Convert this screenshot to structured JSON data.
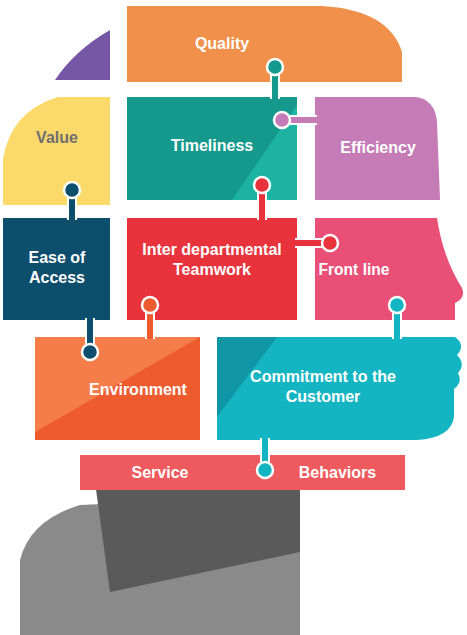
{
  "diagram": {
    "nodes": [
      {
        "text": [
          "Quality"
        ]
      },
      {
        "text": [
          "Value"
        ]
      },
      {
        "text": [
          "Timeliness"
        ]
      },
      {
        "text": [
          "Efficiency"
        ]
      },
      {
        "text": [
          "Ease of Access"
        ]
      },
      {
        "text": [
          "Inter departmental Teamwork"
        ]
      },
      {
        "text": [
          "Front line"
        ]
      },
      {
        "text": [
          "Environment"
        ]
      },
      {
        "text": [
          "Commitment to the Customer"
        ]
      },
      {
        "text": [
          "Service",
          "Behaviors"
        ]
      }
    ],
    "edges": [
      {
        "from": 2,
        "to": 0,
        "arrow": "none"
      },
      {
        "from": 4,
        "to": 1,
        "arrow": "none"
      },
      {
        "from": 5,
        "to": 2,
        "arrow": "none"
      },
      {
        "from": 3,
        "to": 2,
        "arrow": "none"
      },
      {
        "from": 5,
        "to": 6,
        "arrow": "none"
      },
      {
        "from": 4,
        "to": 7,
        "arrow": "none"
      },
      {
        "from": 7,
        "to": 5,
        "arrow": "none"
      },
      {
        "from": 8,
        "to": 6,
        "arrow": "none"
      },
      {
        "from": 8,
        "to": 9,
        "arrow": "none"
      }
    ]
  }
}
